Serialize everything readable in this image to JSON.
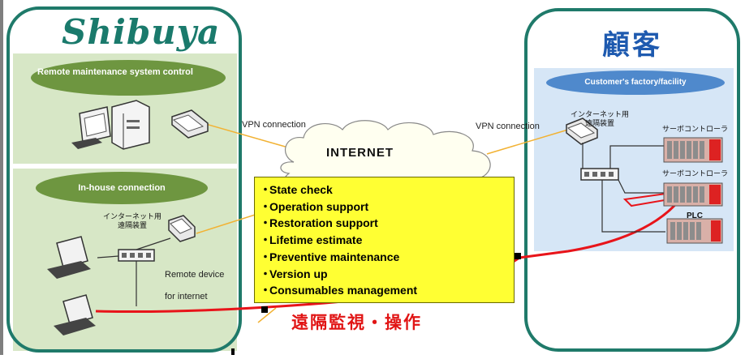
{
  "left_panel": {
    "logo_text": "Shibuya",
    "remote_group_title": "Remote maintenance system control",
    "inhouse_group_title": "In-house connection",
    "router_label": "インターネット用\n遠隔装置",
    "remote_device_label": "Remote device",
    "for_internet_label": "for internet"
  },
  "right_panel": {
    "title": "顧客",
    "facility_title": "Customer's factory/facility",
    "router_label": "インターネット用\n遠隔装置",
    "servo_label_1": "サーボコントローラ",
    "servo_label_2": "サーボコントローラ",
    "plc_label": "PLC"
  },
  "connections": {
    "vpn_left": "VPN connection",
    "vpn_right": "VPN connection",
    "internet_label": "INTERNET",
    "remote_caption": "遠隔監視・操作"
  },
  "services": {
    "bullet": "・",
    "items": [
      "State check",
      "Operation support",
      "Restoration support",
      "Lifetime estimate",
      "Preventive maintenance",
      "Version up",
      "Consumables management"
    ]
  },
  "colors": {
    "panel_border": "#1f7a6a",
    "group_bg": "#d7e7c6",
    "group_pill": "#6e9640",
    "customer_bg": "#d6e6f6",
    "customer_pill": "#4f89cc",
    "service_box": "#ffff33",
    "vpn_line": "#f2b233",
    "remote_line": "#e8141a",
    "caption_red": "#e11414",
    "title_blue": "#1e5aaf"
  }
}
